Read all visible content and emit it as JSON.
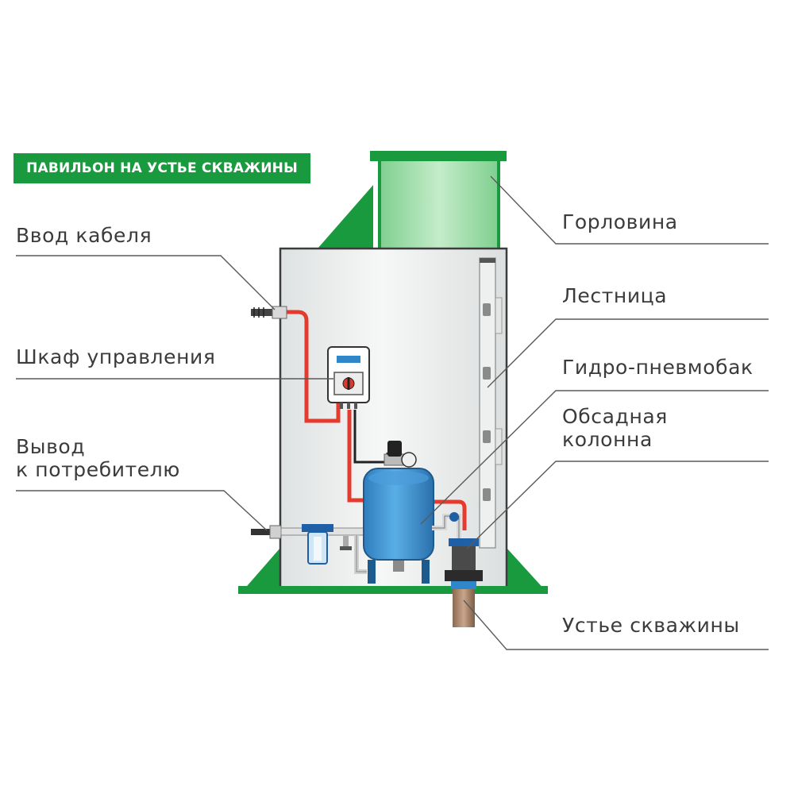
{
  "title": "ПАВИЛЬОН НА УСТЬЕ СКВАЖИНЫ",
  "labels": {
    "cable_input": "Ввод кабеля",
    "control_cabinet": "Шкаф управления",
    "consumer_output_line1": "Вывод",
    "consumer_output_line2": "к потребителю",
    "neck": "Горловина",
    "ladder": "Лестница",
    "tank": "Гидро-пневмобак",
    "casing_line1": "Обсадная",
    "casing_line2": "колонна",
    "wellhead": "Устье скважины"
  },
  "colors": {
    "green_dark": "#1a9a3f",
    "green_light": "#a9dcb2",
    "tank_blue": "#3d8fd0",
    "cable_red": "#e53b2e",
    "line_gray": "#5a5a5a",
    "text": "#3b3b3b"
  }
}
